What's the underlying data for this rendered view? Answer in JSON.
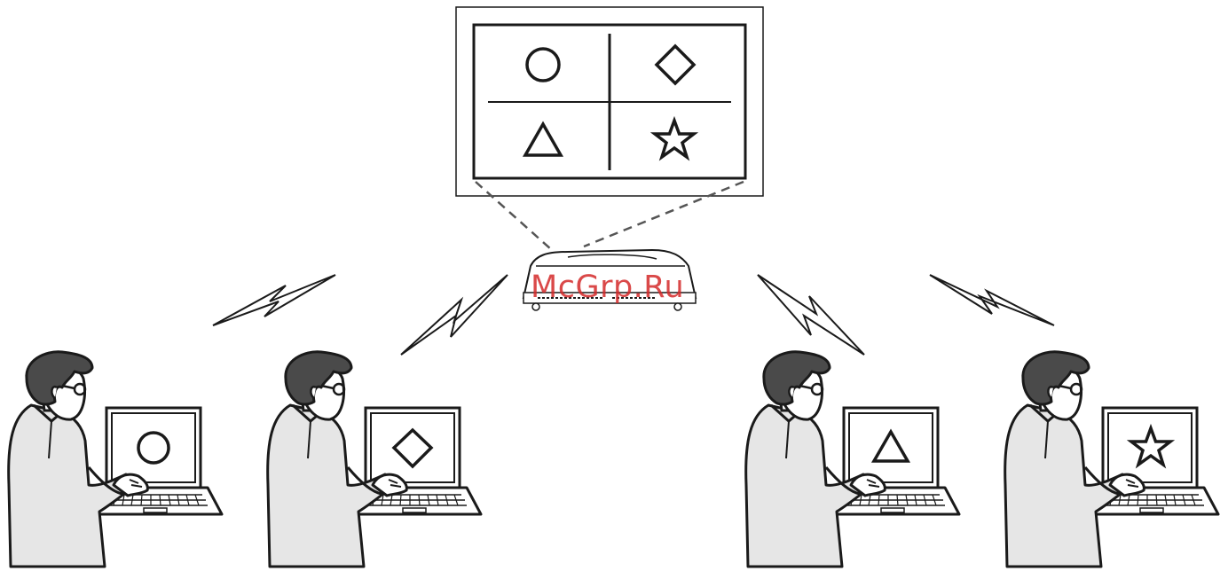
{
  "diagram": {
    "screen_quadrants": [
      "circle",
      "diamond",
      "triangle",
      "star"
    ],
    "devices": [
      {
        "id": "projector",
        "icon": "projector-icon"
      }
    ],
    "users": [
      {
        "id": "user-1",
        "laptop_shape": "circle"
      },
      {
        "id": "user-2",
        "laptop_shape": "diamond"
      },
      {
        "id": "user-3",
        "laptop_shape": "triangle"
      },
      {
        "id": "user-4",
        "laptop_shape": "star"
      }
    ],
    "connections": [
      {
        "from": "user-1",
        "to": "projector",
        "type": "wireless"
      },
      {
        "from": "user-2",
        "to": "projector",
        "type": "wireless"
      },
      {
        "from": "user-3",
        "to": "projector",
        "type": "wireless"
      },
      {
        "from": "user-4",
        "to": "projector",
        "type": "wireless"
      }
    ],
    "projection": {
      "from": "projector",
      "to": "screen",
      "style": "dashed"
    }
  },
  "watermark": {
    "text": "McGrp.Ru"
  },
  "colors": {
    "line": "#1a1a1a",
    "fill": "#ffffff",
    "person_fill": "#e6e6e6",
    "hair": "#4a4a4a",
    "watermark": "#d42a2a"
  }
}
